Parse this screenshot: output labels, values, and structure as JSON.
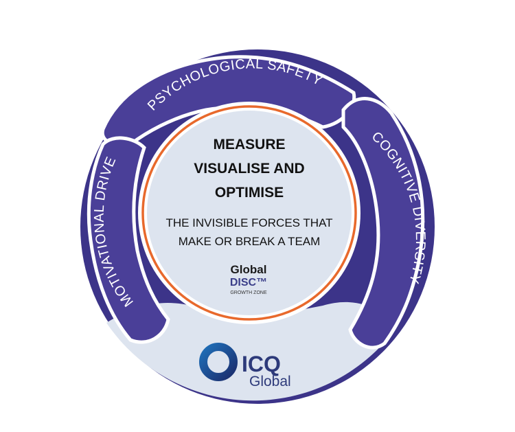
{
  "segments": {
    "top": "PSYCHOLOGICAL SAFETY",
    "right": "COGNITIVE DIVERSITY",
    "left": "MOTIVATIONAL DRIVE"
  },
  "center": {
    "title_lines": [
      "MEASURE",
      "VISUALISE AND",
      "OPTIMISE"
    ],
    "subtitle_lines": [
      "THE INVISIBLE FORCES THAT",
      "MAKE OR BREAK A TEAM"
    ]
  },
  "global_disc_logo": {
    "line1": "Global",
    "line2": "DISC™",
    "line3": "GROWTH ZONE"
  },
  "icq_logo": {
    "name": "ICQ",
    "sub": "Global"
  },
  "colors": {
    "ring": "#3c3489",
    "segment": "#4a3f98",
    "inner_fill": "#dde4ef",
    "accent_orange": "#e8692c",
    "icq_blue": "#2d3a7a"
  }
}
